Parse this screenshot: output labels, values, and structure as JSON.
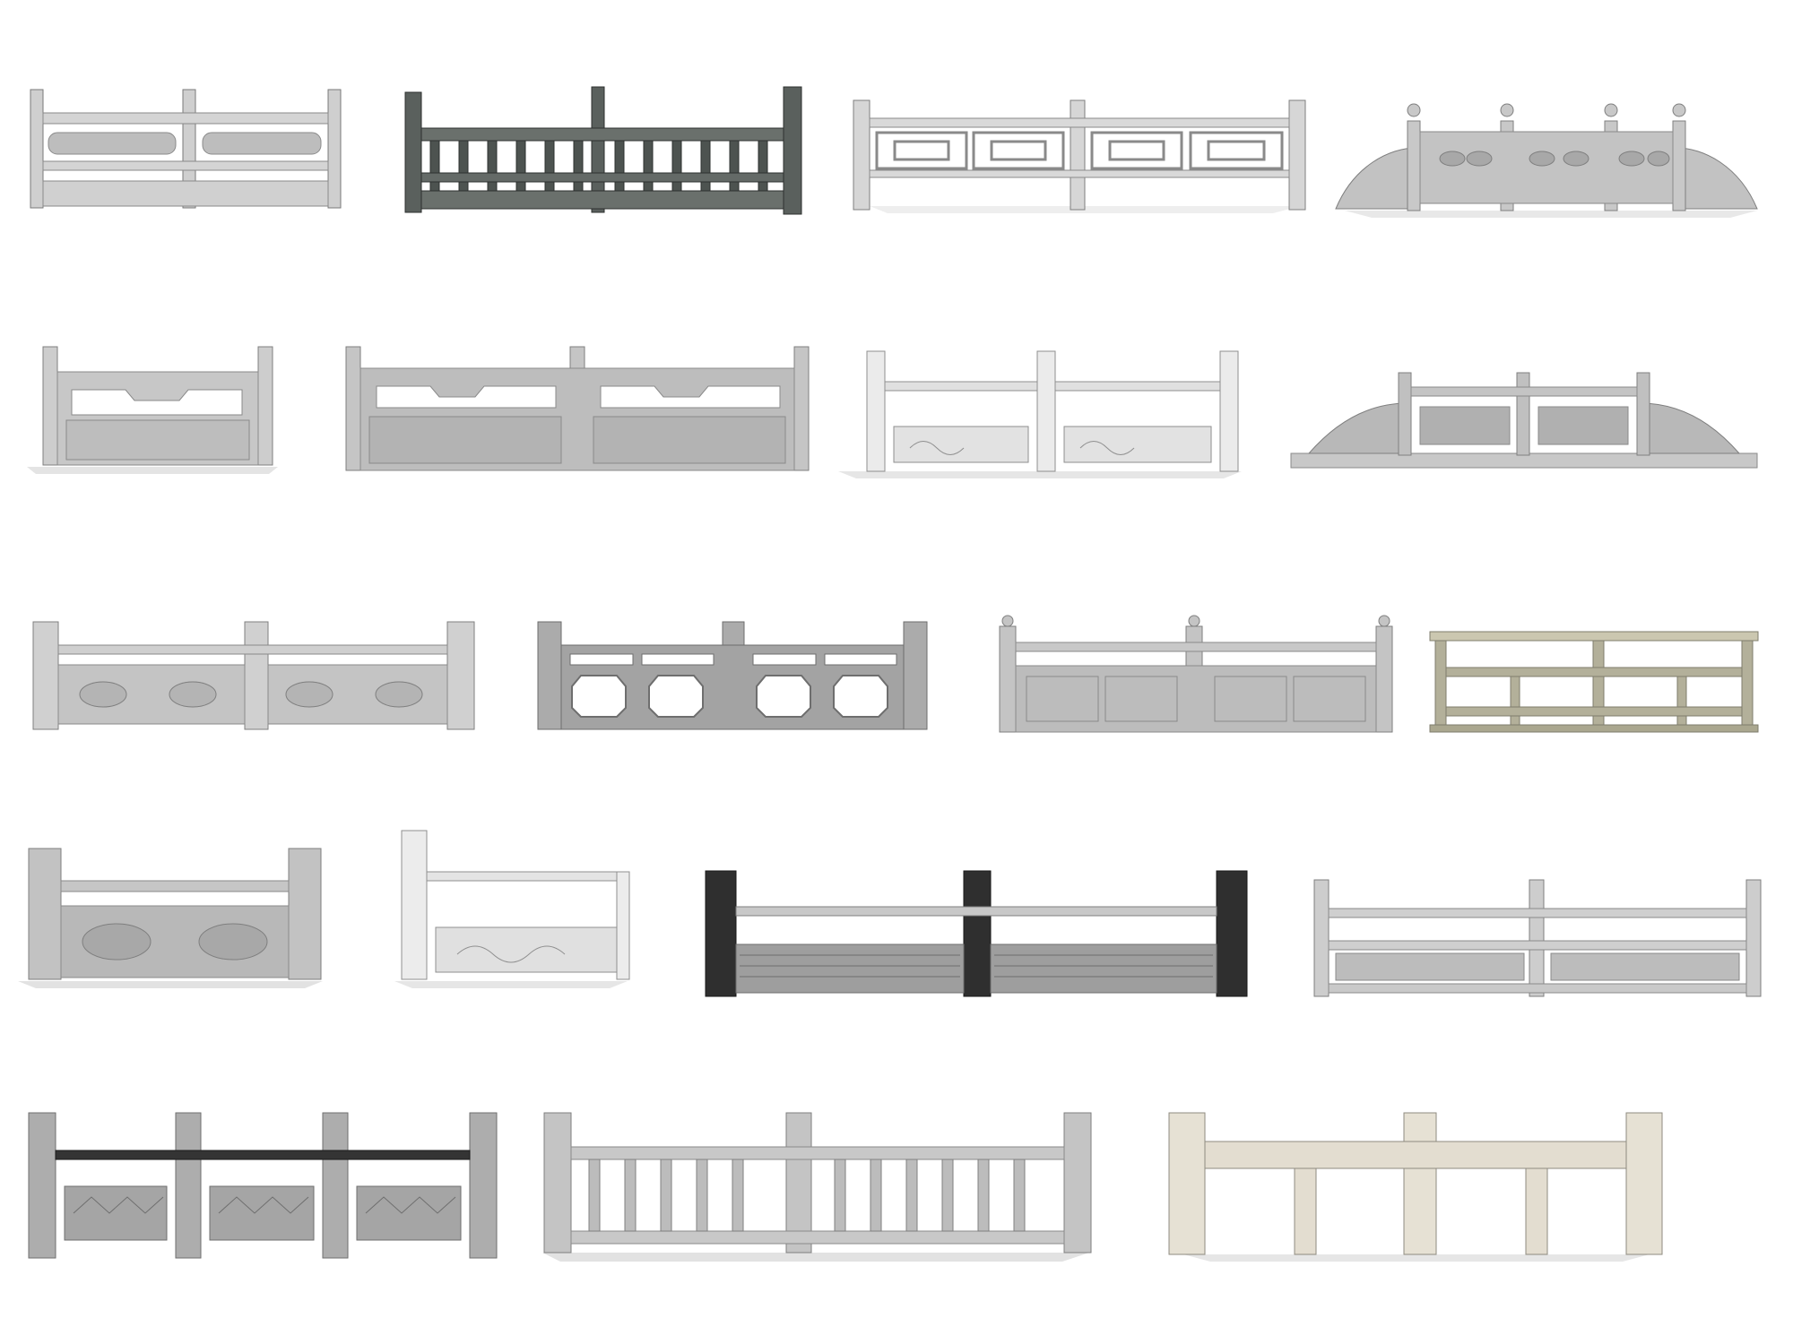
{
  "sheet": {
    "background": "#ffffff",
    "items": [
      {
        "id": "r1a",
        "style": "balustrade",
        "color": "#c9c9c9",
        "shadow": true
      },
      {
        "id": "r1b",
        "style": "balustrade-dark",
        "color": "#5c6360",
        "shadow": false
      },
      {
        "id": "r1c",
        "style": "lattice",
        "color": "#cfcfcf",
        "shadow": true
      },
      {
        "id": "r1d",
        "style": "finial-scroll",
        "color": "#b9b9b9",
        "shadow": true
      },
      {
        "id": "r2a",
        "style": "solid-panel",
        "color": "#c7c7c7",
        "shadow": true
      },
      {
        "id": "r2b",
        "style": "solid-panel-granite",
        "color": "#bdbdbd",
        "shadow": false
      },
      {
        "id": "r2c",
        "style": "carved-panel",
        "color": "#e6e6e6",
        "shadow": true
      },
      {
        "id": "r2d",
        "style": "scroll-panel",
        "color": "#b4b4b4",
        "shadow": true
      },
      {
        "id": "r3a",
        "style": "medallion",
        "color": "#cbcbcb",
        "shadow": true
      },
      {
        "id": "r3b",
        "style": "octagon-openings",
        "color": "#a7a7a7",
        "shadow": false
      },
      {
        "id": "r3c",
        "style": "lotus-finial",
        "color": "#bcbcbc",
        "shadow": false
      },
      {
        "id": "r3d",
        "style": "rail-frame",
        "color": "#b3b09a",
        "shadow": false
      },
      {
        "id": "r4a",
        "style": "medallion-short",
        "color": "#bdbdbd",
        "shadow": true
      },
      {
        "id": "r4b",
        "style": "carved-single",
        "color": "#e3e3e3",
        "shadow": true
      },
      {
        "id": "r4c",
        "style": "ornate-lattice",
        "color": "#9a9a9a",
        "shadow": false
      },
      {
        "id": "r4d",
        "style": "rail-panel",
        "color": "#c2c2c2",
        "shadow": false
      },
      {
        "id": "r5a",
        "style": "diamond-panel",
        "color": "#a9a9a9",
        "shadow": false
      },
      {
        "id": "r5b",
        "style": "vertical-bars",
        "color": "#bfbfbf",
        "shadow": true
      },
      {
        "id": "r5c",
        "style": "light-frame",
        "color": "#e3ddd0",
        "shadow": true
      }
    ]
  }
}
